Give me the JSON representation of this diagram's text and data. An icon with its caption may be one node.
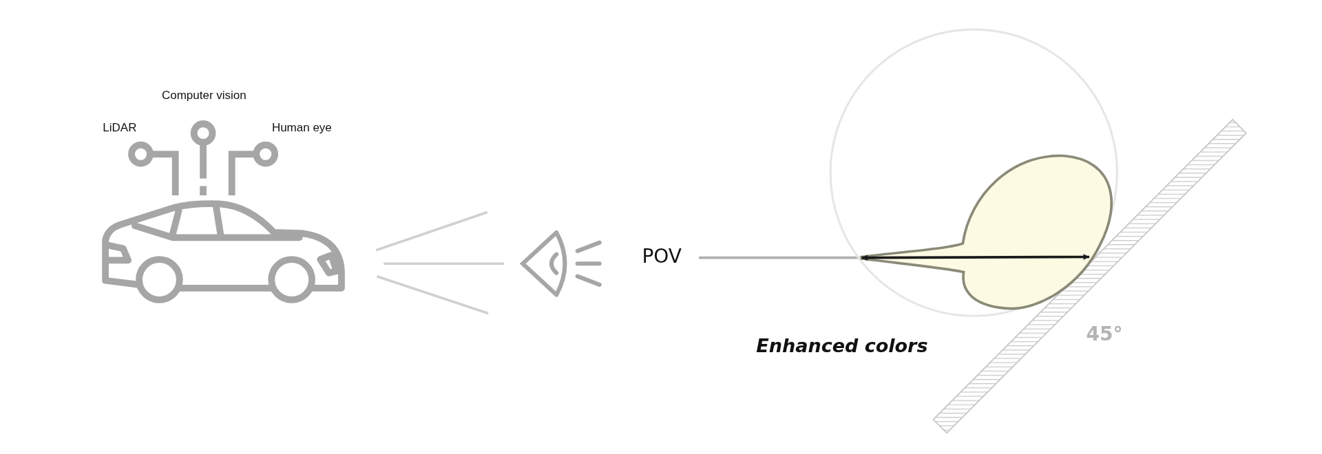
{
  "diagram": {
    "labels": [
      "Computer vision",
      "LiDAR",
      "Human eye",
      "POV",
      "Enhanced colors",
      "45°"
    ]
  }
}
